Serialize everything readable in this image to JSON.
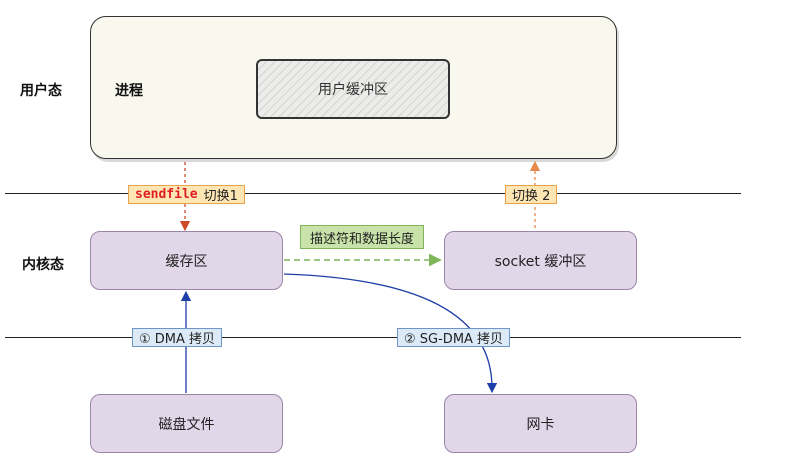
{
  "layers": {
    "user": "用户态",
    "kernel": "内核态"
  },
  "process": {
    "label": "进程",
    "user_buffer": "用户缓冲区"
  },
  "kernel": {
    "page_cache": "缓存区",
    "socket_buffer": "socket 缓冲区"
  },
  "devices": {
    "disk": "磁盘文件",
    "nic": "网卡"
  },
  "labels": {
    "sendfile_keyword": "sendfile",
    "sendfile_switch": "切换1",
    "switch2": "切换 2",
    "descriptor": "描述符和数据长度",
    "dma_copy": "① DMA 拷贝",
    "sg_dma_copy": "② SG-DMA 拷贝"
  },
  "colors": {
    "red_arrow": "#cc4b2a",
    "orange_arrow": "#e58a4c",
    "green_arrow": "#7fb55b",
    "blue_arrow": "#1f3fa8",
    "purple_box": "#e2d6e9",
    "process_bg": "#f8f8ee"
  }
}
